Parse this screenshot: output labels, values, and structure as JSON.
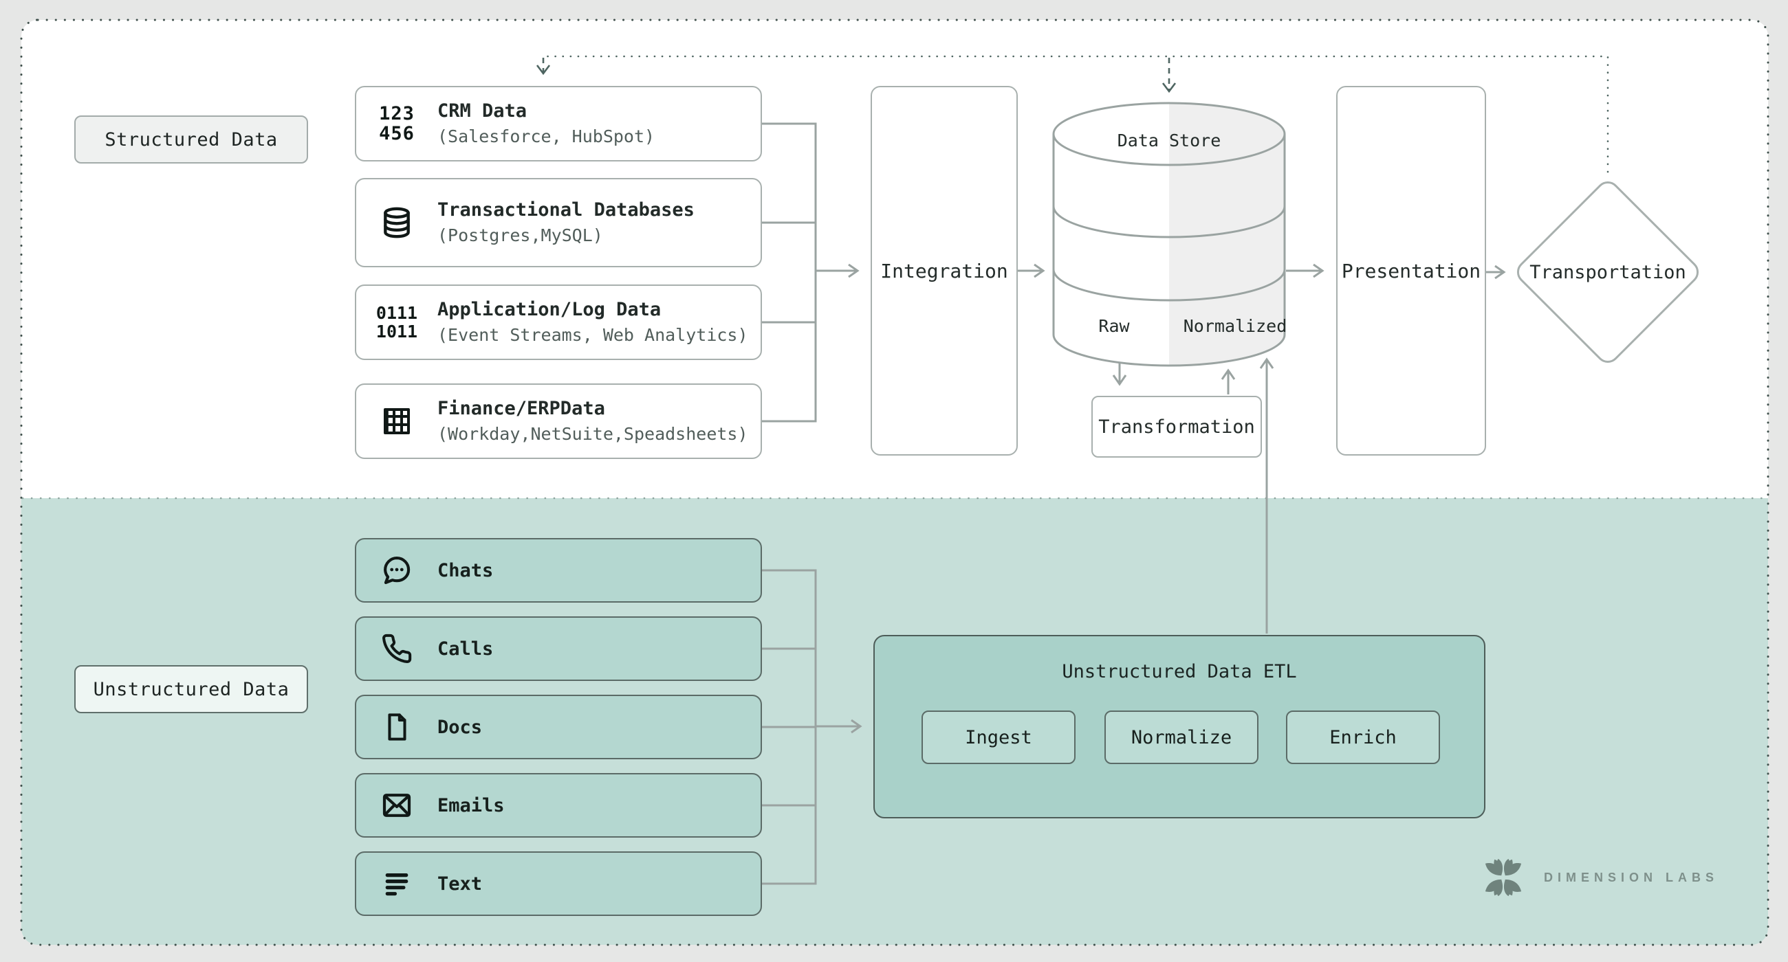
{
  "sections": {
    "structured_label": "Structured Data",
    "unstructured_label": "Unstructured Data"
  },
  "structured_sources": [
    {
      "icon": "numbers-123-icon",
      "icon_lines": [
        "123",
        "456"
      ],
      "title": "CRM Data",
      "subtitle": "(Salesforce, HubSpot)"
    },
    {
      "icon": "database-icon",
      "title": "Transactional Databases",
      "subtitle": "(Postgres,MySQL)"
    },
    {
      "icon": "binary-digits-icon",
      "icon_lines": [
        "0111",
        "1011"
      ],
      "title": "Application/Log Data",
      "subtitle": "(Event Streams, Web Analytics)"
    },
    {
      "icon": "table-grid-icon",
      "title": "Finance/ERPData",
      "subtitle": "(Workday,NetSuite,Speadsheets)"
    }
  ],
  "unstructured_sources": [
    {
      "icon": "chat-bubble-icon",
      "label": "Chats"
    },
    {
      "icon": "phone-icon",
      "label": "Calls"
    },
    {
      "icon": "document-icon",
      "label": "Docs"
    },
    {
      "icon": "envelope-icon",
      "label": "Emails"
    },
    {
      "icon": "text-lines-icon",
      "label": "Text"
    }
  ],
  "pipeline": {
    "integration": "Integration",
    "data_store": {
      "title": "Data Store",
      "left_partition": "Raw",
      "right_partition": "Normalized"
    },
    "transformation": "Transformation",
    "presentation": "Presentation",
    "transportation": "Transportation"
  },
  "etl": {
    "title": "Unstructured Data ETL",
    "steps": [
      "Ingest",
      "Normalize",
      "Enrich"
    ]
  },
  "brand": {
    "name": "DIMENSION LABS"
  },
  "colors": {
    "page_background": "#e6e7e6",
    "canvas_background": "#ffffff",
    "teal_band": "#c6dfd9",
    "teal_box": "#b4d7d0",
    "etl_box": "#a9d1c9",
    "etl_step": "#bcdcd5",
    "light_border": "#a8b0ae",
    "dark_border": "#5b6b67",
    "arrow": "#9aa3a1",
    "feedback_line": "#4e6561",
    "cylinder_shade": "#efefef",
    "title_text": "#222a28",
    "subtitle_text": "#515d5a",
    "brand_text": "#7e908b"
  }
}
